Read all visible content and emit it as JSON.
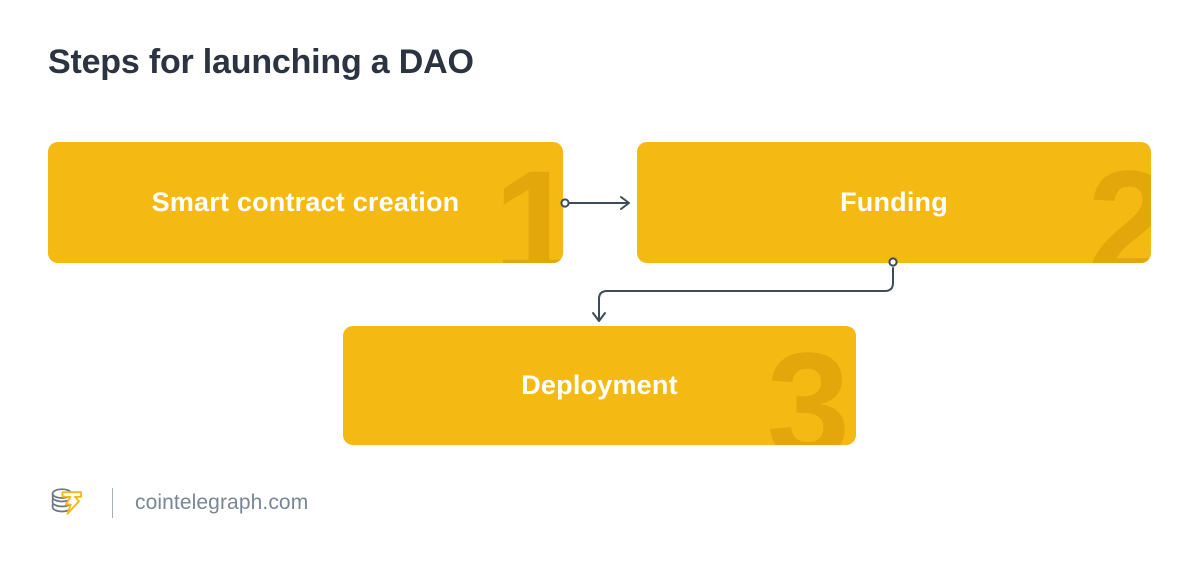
{
  "page": {
    "title": "Steps for launching a DAO",
    "background_color": "#ffffff",
    "title_color": "#2b3440"
  },
  "colors": {
    "box_yellow": "#f4b912",
    "watermark_amber": "#e3a70c",
    "connector_navy": "#3e4b5b",
    "label_white": "#ffffff",
    "footer_gray": "#798795"
  },
  "diagram": {
    "steps": [
      {
        "number": "1",
        "label": "Smart contract creation"
      },
      {
        "number": "2",
        "label": "Funding"
      },
      {
        "number": "3",
        "label": "Deployment"
      }
    ],
    "connectors": [
      {
        "name": "step1-to-step2",
        "from": "Smart contract creation",
        "to": "Funding",
        "style": "straight-arrow-right"
      },
      {
        "name": "step2-to-step3",
        "from": "Funding",
        "to": "Deployment",
        "style": "elbow-arrow-down"
      }
    ]
  },
  "footer": {
    "site": "cointelegraph.com",
    "logo_name": "cointelegraph-logo"
  }
}
